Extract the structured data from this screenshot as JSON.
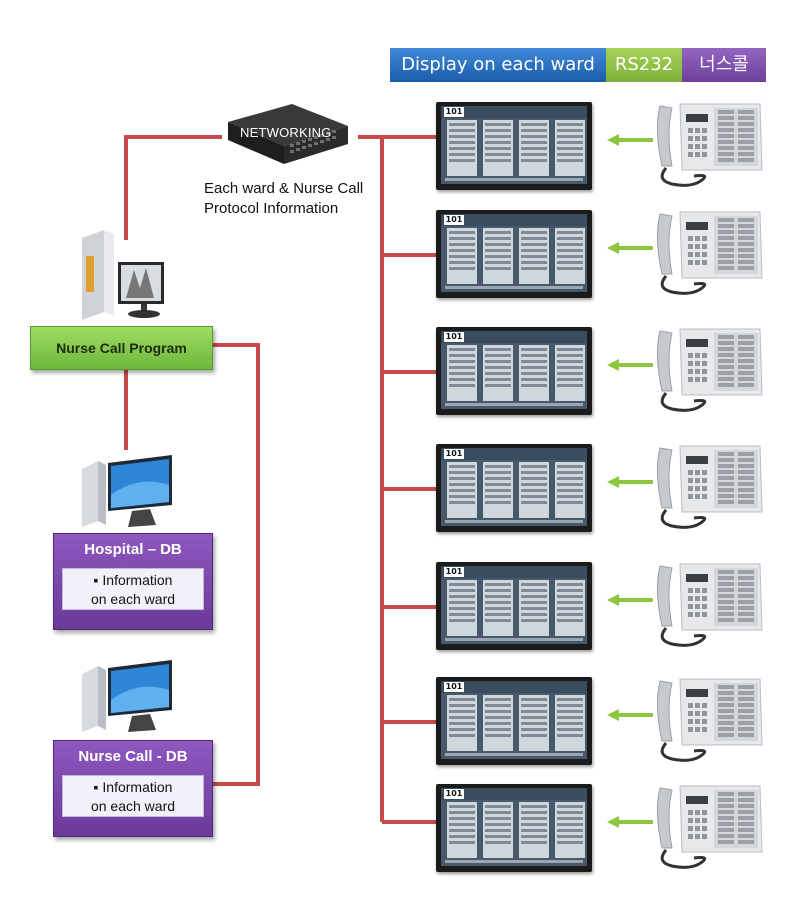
{
  "legend": {
    "display": "Display on each ward",
    "rs232": "RS232",
    "korean": "너스콜"
  },
  "network": {
    "switch_label": "NETWORKING",
    "caption_line1": "Each ward & Nurse Call",
    "caption_line2": "Protocol Information"
  },
  "nurse_call_program": "Nurse Call Program",
  "hospital_db": {
    "title": "Hospital – DB",
    "line1": "▪ Information",
    "line2": "on each ward"
  },
  "nursecall_db": {
    "title": "Nurse Call  -  DB",
    "line1": "▪ Information",
    "line2": "on each ward"
  },
  "ward_number": "101",
  "colors": {
    "wire": "#c84a4a",
    "arrow": "#8cc63f",
    "blue": "#2a6fc4",
    "green": "#8dbf45",
    "purple": "#7d4fb0"
  },
  "icons": [
    "network-switch-icon",
    "server-icon",
    "desktop-computer-icon",
    "ward-display-icon",
    "nurse-call-phone-icon",
    "arrow-left-icon"
  ]
}
